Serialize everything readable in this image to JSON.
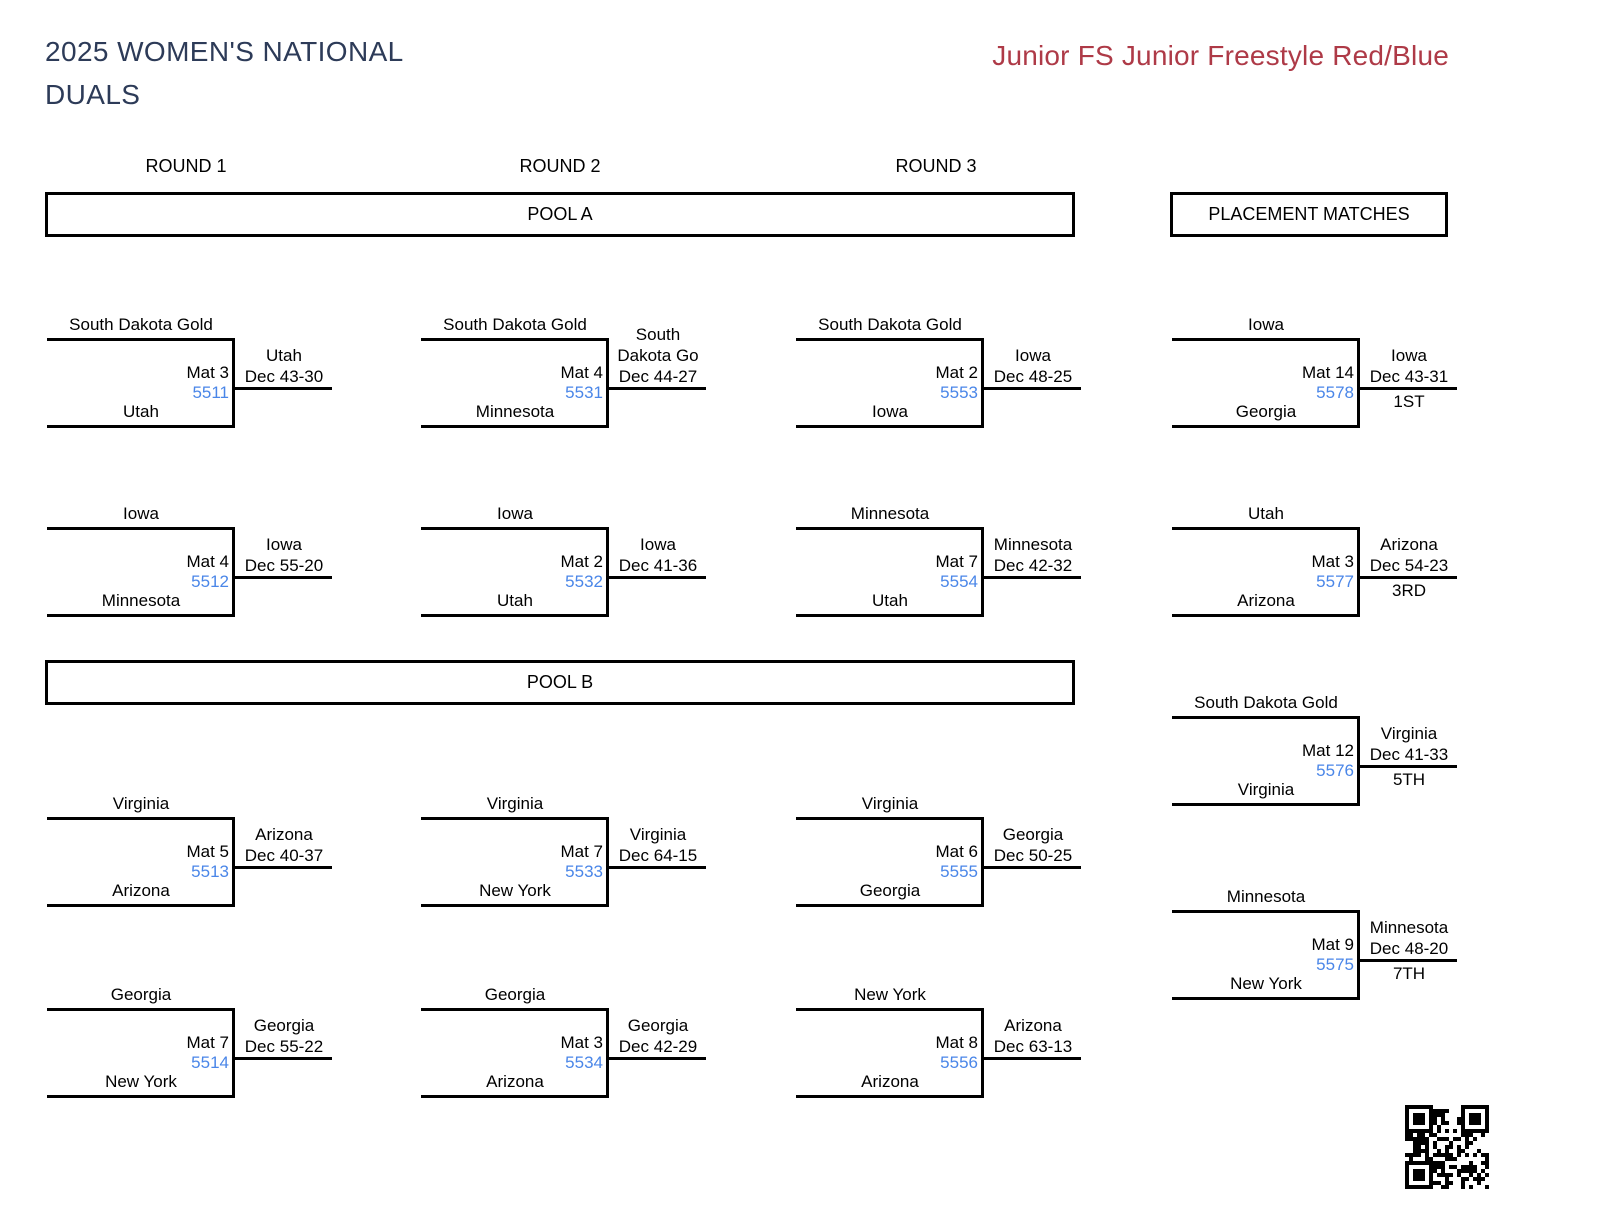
{
  "header": {
    "title_line1": "2025 WOMEN'S NATIONAL",
    "title_line2": "DUALS",
    "subtitle": "Junior FS Junior Freestyle Red/Blue"
  },
  "round_headers": {
    "round1": "ROUND 1",
    "round2": "ROUND 2",
    "round3": "ROUND 3"
  },
  "banners": {
    "pool_a": "POOL A",
    "pool_b": "POOL B",
    "placement": "PLACEMENT MATCHES"
  },
  "colors": {
    "title": "#2d3b58",
    "subtitle": "#ae3a47",
    "bout_number": "#4a86e8",
    "bracket_line": "#000000"
  },
  "matches": [
    {
      "pool": "Pool A",
      "round": "Round 1",
      "top_team": "South Dakota Gold",
      "bottom_team": "Utah",
      "mat": "Mat 3",
      "bout": "5511",
      "winner": "Utah",
      "result": "Dec 43-30"
    },
    {
      "pool": "Pool A",
      "round": "Round 1",
      "top_team": "Iowa",
      "bottom_team": "Minnesota",
      "mat": "Mat 4",
      "bout": "5512",
      "winner": "Iowa",
      "result": "Dec 55-20"
    },
    {
      "pool": "Pool A",
      "round": "Round 2",
      "top_team": "South Dakota Gold",
      "bottom_team": "Minnesota",
      "mat": "Mat 4",
      "bout": "5531",
      "winner": "South Dakota Go",
      "result": "Dec 44-27"
    },
    {
      "pool": "Pool A",
      "round": "Round 2",
      "top_team": "Iowa",
      "bottom_team": "Utah",
      "mat": "Mat 2",
      "bout": "5532",
      "winner": "Iowa",
      "result": "Dec 41-36"
    },
    {
      "pool": "Pool A",
      "round": "Round 3",
      "top_team": "South Dakota Gold",
      "bottom_team": "Iowa",
      "mat": "Mat 2",
      "bout": "5553",
      "winner": "Iowa",
      "result": "Dec 48-25"
    },
    {
      "pool": "Pool A",
      "round": "Round 3",
      "top_team": "Minnesota",
      "bottom_team": "Utah",
      "mat": "Mat 7",
      "bout": "5554",
      "winner": "Minnesota",
      "result": "Dec 42-32"
    },
    {
      "pool": "Pool B",
      "round": "Round 1",
      "top_team": "Virginia",
      "bottom_team": "Arizona",
      "mat": "Mat 5",
      "bout": "5513",
      "winner": "Arizona",
      "result": "Dec 40-37"
    },
    {
      "pool": "Pool B",
      "round": "Round 1",
      "top_team": "Georgia",
      "bottom_team": "New York",
      "mat": "Mat 7",
      "bout": "5514",
      "winner": "Georgia",
      "result": "Dec 55-22"
    },
    {
      "pool": "Pool B",
      "round": "Round 2",
      "top_team": "Virginia",
      "bottom_team": "New York",
      "mat": "Mat 7",
      "bout": "5533",
      "winner": "Virginia",
      "result": "Dec 64-15"
    },
    {
      "pool": "Pool B",
      "round": "Round 2",
      "top_team": "Georgia",
      "bottom_team": "Arizona",
      "mat": "Mat 3",
      "bout": "5534",
      "winner": "Georgia",
      "result": "Dec 42-29"
    },
    {
      "pool": "Pool B",
      "round": "Round 3",
      "top_team": "Virginia",
      "bottom_team": "Georgia",
      "mat": "Mat 6",
      "bout": "5555",
      "winner": "Georgia",
      "result": "Dec 50-25"
    },
    {
      "pool": "Pool B",
      "round": "Round 3",
      "top_team": "New York",
      "bottom_team": "Arizona",
      "mat": "Mat 8",
      "bout": "5556",
      "winner": "Arizona",
      "result": "Dec 63-13"
    },
    {
      "pool": "Placement",
      "round": "Placement",
      "top_team": "Iowa",
      "bottom_team": "Georgia",
      "mat": "Mat 14",
      "bout": "5578",
      "winner": "Iowa",
      "result": "Dec 43-31",
      "place": "1ST"
    },
    {
      "pool": "Placement",
      "round": "Placement",
      "top_team": "Utah",
      "bottom_team": "Arizona",
      "mat": "Mat 3",
      "bout": "5577",
      "winner": "Arizona",
      "result": "Dec 54-23",
      "place": "3RD"
    },
    {
      "pool": "Placement",
      "round": "Placement",
      "top_team": "South Dakota Gold",
      "bottom_team": "Virginia",
      "mat": "Mat 12",
      "bout": "5576",
      "winner": "Virginia",
      "result": "Dec 41-33",
      "place": "5TH"
    },
    {
      "pool": "Placement",
      "round": "Placement",
      "top_team": "Minnesota",
      "bottom_team": "New York",
      "mat": "Mat 9",
      "bout": "5575",
      "winner": "Minnesota",
      "result": "Dec 48-20",
      "place": "7TH"
    }
  ]
}
